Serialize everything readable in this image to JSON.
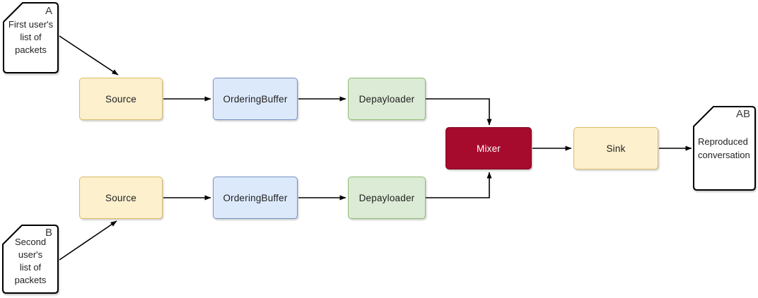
{
  "diagram": {
    "background": "#ffffff",
    "palette": {
      "yellow_fill": "#fcf0cd",
      "yellow_stroke": "#dbbb65",
      "blue_fill": "#dce9fb",
      "blue_stroke": "#7290c1",
      "green_fill": "#dcebd5",
      "green_stroke": "#8cba70",
      "red_fill": "#a60b2d",
      "red_stroke": "#7e0a22",
      "document_fill": "#ffffff",
      "document_stroke": "#000000",
      "connector": "#000000",
      "text": "#1f1f1f",
      "mixer_text": "#ffffff"
    },
    "documents": {
      "a": {
        "badge": "A",
        "text": "First user's\nlist of\npackets"
      },
      "b": {
        "badge": "B",
        "text": "Second\nuser's\nlist of\npackets"
      },
      "ab": {
        "badge": "AB",
        "text": "Reproduced\nconversation"
      }
    },
    "nodes": {
      "source_top": {
        "label": "Source"
      },
      "ordering_buffer_top": {
        "label": "OrderingBuffer"
      },
      "depayloader_top": {
        "label": "Depayloader"
      },
      "source_bottom": {
        "label": "Source"
      },
      "ordering_buffer_bottom": {
        "label": "OrderingBuffer"
      },
      "depayloader_bottom": {
        "label": "Depayloader"
      },
      "mixer": {
        "label": "Mixer"
      },
      "sink": {
        "label": "Sink"
      }
    },
    "edges": [
      {
        "from": "document-a",
        "to": "source-top"
      },
      {
        "from": "source-top",
        "to": "ordering-buffer-top"
      },
      {
        "from": "ordering-buffer-top",
        "to": "depayloader-top"
      },
      {
        "from": "depayloader-top",
        "to": "mixer"
      },
      {
        "from": "document-b",
        "to": "source-bottom"
      },
      {
        "from": "source-bottom",
        "to": "ordering-buffer-bottom"
      },
      {
        "from": "ordering-buffer-bottom",
        "to": "depayloader-bottom"
      },
      {
        "from": "depayloader-bottom",
        "to": "mixer"
      },
      {
        "from": "mixer",
        "to": "sink"
      },
      {
        "from": "sink",
        "to": "document-ab"
      }
    ]
  }
}
